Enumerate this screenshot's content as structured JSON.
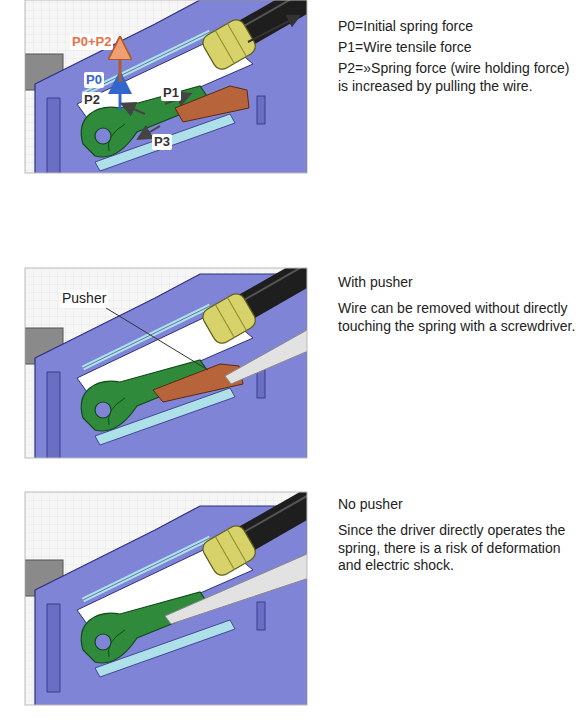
{
  "diagram": {
    "labels": [
      "P0+P2",
      "P0",
      "P2",
      "P1",
      "P3",
      "P0=Initial spring force",
      "P1=Wire tensile force",
      "P2=»Spring force (wire holding force) is increased by pulling the wire.",
      "Pusher",
      "With pusher",
      "Wire can be removed without directly touching the spring with a screwdriver.",
      "No pusher",
      "Since the driver directly operates the spring, there is a risk of deformation and electric shock."
    ]
  }
}
